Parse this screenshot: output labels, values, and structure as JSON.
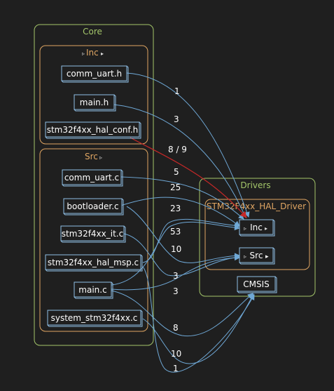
{
  "colors": {
    "background": "#1f1f1f",
    "group_outer": "#a4c66a",
    "group_inner": "#e0a663",
    "node_border": "#8fbfe6",
    "edge": "#6fa8d6",
    "edge_highlight": "#c62828",
    "text": "#ffffff"
  },
  "groups": {
    "core": {
      "title": "Core"
    },
    "core_inc": {
      "title": "Inc"
    },
    "core_src": {
      "title": "Src"
    },
    "drivers": {
      "title": "Drivers"
    },
    "hal_driver": {
      "title": "STM32F4xx_HAL_Driver"
    }
  },
  "nodes": {
    "comm_uart_h": "comm_uart.h",
    "main_h": "main.h",
    "hal_conf_h": "stm32f4xx_hal_conf.h",
    "comm_uart_c": "comm_uart.c",
    "bootloader_c": "bootloader.c",
    "it_c": "stm32f4xx_it.c",
    "hal_msp_c": "stm32f4xx_hal_msp.c",
    "main_c": "main.c",
    "system_c": "system_stm32f4xx.c",
    "hal_inc": "Inc",
    "hal_src": "Src",
    "cmsis": "CMSIS"
  },
  "edge_labels": {
    "e1": "1",
    "e3": "3",
    "e89": "8 / 9",
    "e5": "5",
    "e25": "25",
    "e23": "23",
    "e53": "53",
    "e10a": "10",
    "e3b": "3",
    "e3c": "3",
    "e8": "8",
    "e10b": "10",
    "e1b": "1"
  }
}
